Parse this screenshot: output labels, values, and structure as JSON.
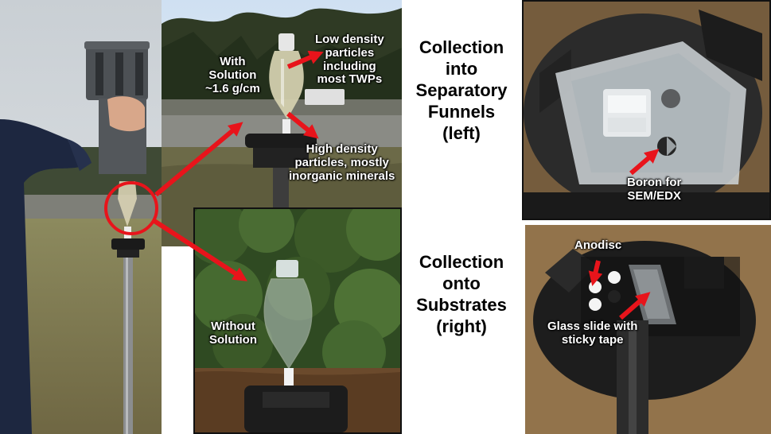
{
  "left_photo": {
    "with_solution": [
      "With",
      "Solution",
      "~1.6 g/cm"
    ],
    "low_density": [
      "Low density",
      "particles",
      "including",
      "most TWPs"
    ],
    "high_density": [
      "High density",
      "particles, mostly",
      "inorganic minerals"
    ],
    "without_solution": [
      "Without",
      "Solution"
    ]
  },
  "captions": {
    "top": [
      "Collection",
      "into",
      "Separatory",
      "Funnels",
      "(left)"
    ],
    "bottom": [
      "Collection",
      "onto",
      "Substrates",
      "(right)"
    ]
  },
  "right_photo": {
    "boron": [
      "Boron for",
      "SEM/EDX"
    ],
    "anodisc": "Anodisc",
    "glass_slide": [
      "Glass slide with",
      "sticky tape"
    ]
  },
  "colors": {
    "arrow": "#e8141b",
    "frame": "#111111"
  }
}
